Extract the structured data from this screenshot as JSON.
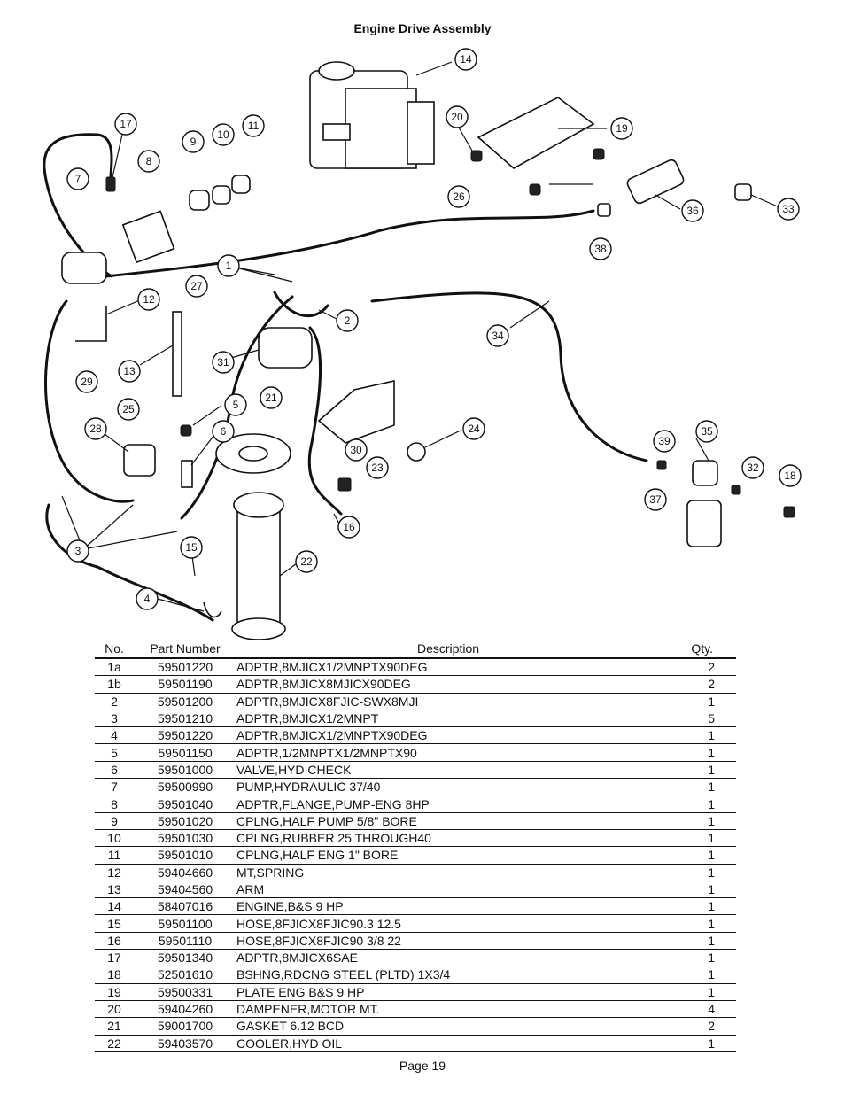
{
  "page_title": "Engine Drive Assembly",
  "diagram": {
    "callouts": [
      "14",
      "17",
      "20",
      "19",
      "11",
      "10",
      "9",
      "8",
      "7",
      "26",
      "36",
      "33",
      "38",
      "1",
      "27",
      "12",
      "2",
      "34",
      "31",
      "13",
      "29",
      "5",
      "21",
      "25",
      "28",
      "24",
      "39",
      "35",
      "6",
      "30",
      "32",
      "18",
      "23",
      "37",
      "16",
      "3",
      "15",
      "22",
      "4"
    ]
  },
  "table": {
    "headers": {
      "no": "No.",
      "part_number": "Part Number",
      "description": "Description",
      "qty": "Qty."
    },
    "rows": [
      {
        "no": "1a",
        "part_number": "59501220",
        "description": "ADPTR,8MJICX1/2MNPTX90DEG",
        "qty": "2"
      },
      {
        "no": "1b",
        "part_number": "59501190",
        "description": "ADPTR,8MJICX8MJICX90DEG",
        "qty": "2"
      },
      {
        "no": "2",
        "part_number": "59501200",
        "description": "ADPTR,8MJICX8FJIC-SWX8MJI",
        "qty": "1"
      },
      {
        "no": "3",
        "part_number": "59501210",
        "description": "ADPTR,8MJICX1/2MNPT",
        "qty": "5"
      },
      {
        "no": "4",
        "part_number": "59501220",
        "description": "ADPTR,8MJICX1/2MNPTX90DEG",
        "qty": "1"
      },
      {
        "no": "5",
        "part_number": "59501150",
        "description": "ADPTR,1/2MNPTX1/2MNPTX90",
        "qty": "1"
      },
      {
        "no": "6",
        "part_number": "59501000",
        "description": "VALVE,HYD CHECK",
        "qty": "1"
      },
      {
        "no": "7",
        "part_number": "59500990",
        "description": "PUMP,HYDRAULIC 37/40",
        "qty": "1"
      },
      {
        "no": "8",
        "part_number": "59501040",
        "description": "ADPTR,FLANGE,PUMP-ENG 8HP",
        "qty": "1"
      },
      {
        "no": "9",
        "part_number": "59501020",
        "description": "CPLNG,HALF PUMP 5/8\" BORE",
        "qty": "1"
      },
      {
        "no": "10",
        "part_number": "59501030",
        "description": "CPLNG,RUBBER 25 THROUGH40",
        "qty": "1"
      },
      {
        "no": "11",
        "part_number": "59501010",
        "description": "CPLNG,HALF ENG 1\" BORE",
        "qty": "1"
      },
      {
        "no": "12",
        "part_number": "59404660",
        "description": "MT,SPRING",
        "qty": "1"
      },
      {
        "no": "13",
        "part_number": "59404560",
        "description": "ARM",
        "qty": "1"
      },
      {
        "no": "14",
        "part_number": "58407016",
        "description": "ENGINE,B&S 9 HP",
        "qty": "1"
      },
      {
        "no": "15",
        "part_number": "59501100",
        "description": "HOSE,8FJICX8FJIC90.3 12.5",
        "qty": "1"
      },
      {
        "no": "16",
        "part_number": "59501110",
        "description": "HOSE,8FJICX8FJIC90 3/8 22",
        "qty": "1"
      },
      {
        "no": "17",
        "part_number": "59501340",
        "description": "ADPTR,8MJICX6SAE",
        "qty": "1"
      },
      {
        "no": "18",
        "part_number": "52501610",
        "description": "BSHNG,RDCNG STEEL (PLTD) 1X3/4",
        "qty": "1"
      },
      {
        "no": "19",
        "part_number": "59500331",
        "description": "PLATE ENG B&S 9 HP",
        "qty": "1"
      },
      {
        "no": "20",
        "part_number": "59404260",
        "description": "DAMPENER,MOTOR MT.",
        "qty": "4"
      },
      {
        "no": "21",
        "part_number": "59001700",
        "description": "GASKET 6.12 BCD",
        "qty": "2"
      },
      {
        "no": "22",
        "part_number": "59403570",
        "description": "COOLER,HYD OIL",
        "qty": "1"
      }
    ]
  },
  "footer": {
    "page_label": "Page 19"
  }
}
